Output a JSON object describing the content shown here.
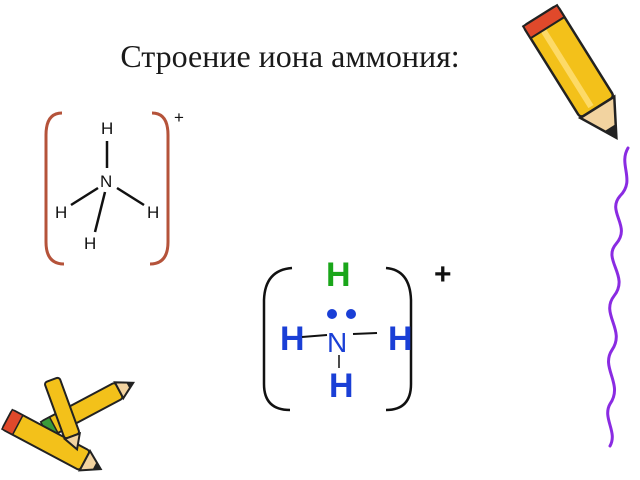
{
  "title": "Строение иона аммония:",
  "structural_formula": {
    "charge": "+",
    "center": "N",
    "top": "H",
    "left": "H",
    "right": "H",
    "bottom": "H"
  },
  "electron_formula": {
    "charge": "+",
    "center": "N",
    "top": "H",
    "left": "H",
    "right": "H",
    "bottom": "H"
  },
  "colors": {
    "bracket": "#b5533a",
    "hydrogen_green": "#1aa61a",
    "electron_blue": "#1a3fd6",
    "pencil_yellow": "#f3c11a",
    "pencil_tip": "#f2d3a0",
    "purple_line": "#8a2be2"
  },
  "icons": [
    "pencil-icon",
    "pencils-icon"
  ]
}
